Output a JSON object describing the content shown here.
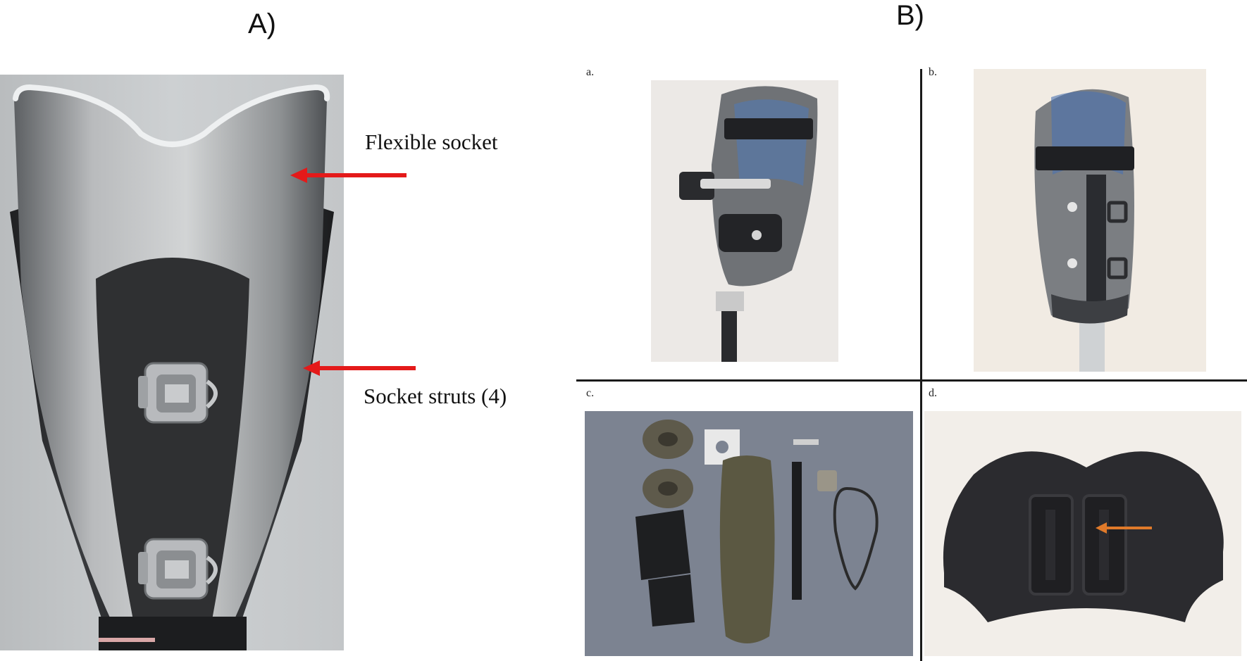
{
  "panel_a": {
    "label": "A)",
    "annotations": [
      {
        "text": "Flexible socket",
        "arrow_color": "#e41a1a"
      },
      {
        "text": "Socket struts (4)",
        "arrow_color": "#e41a1a"
      }
    ]
  },
  "panel_b": {
    "label": "B)",
    "subpanels": [
      {
        "label": "a."
      },
      {
        "label": "b."
      },
      {
        "label": "c."
      },
      {
        "label": "d."
      }
    ],
    "arrow_color": "#e07a2a"
  }
}
